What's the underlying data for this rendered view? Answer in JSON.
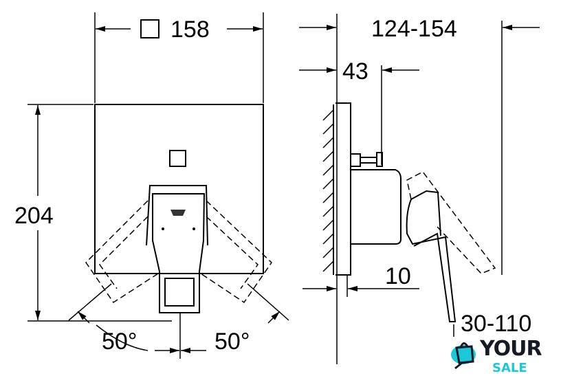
{
  "front_view": {
    "width_label": "158",
    "height_label": "204",
    "angle_left_label": "50°",
    "angle_right_label": "50°"
  },
  "side_view": {
    "depth_range_label": "124-154",
    "stem_label": "43",
    "plate_offset_label": "10",
    "lever_range_label": "30-110"
  },
  "watermark": {
    "line1": "YOUR",
    "line2": "SALE",
    "color_dark": "#151b26",
    "color_accent": "#1cc8d8"
  }
}
